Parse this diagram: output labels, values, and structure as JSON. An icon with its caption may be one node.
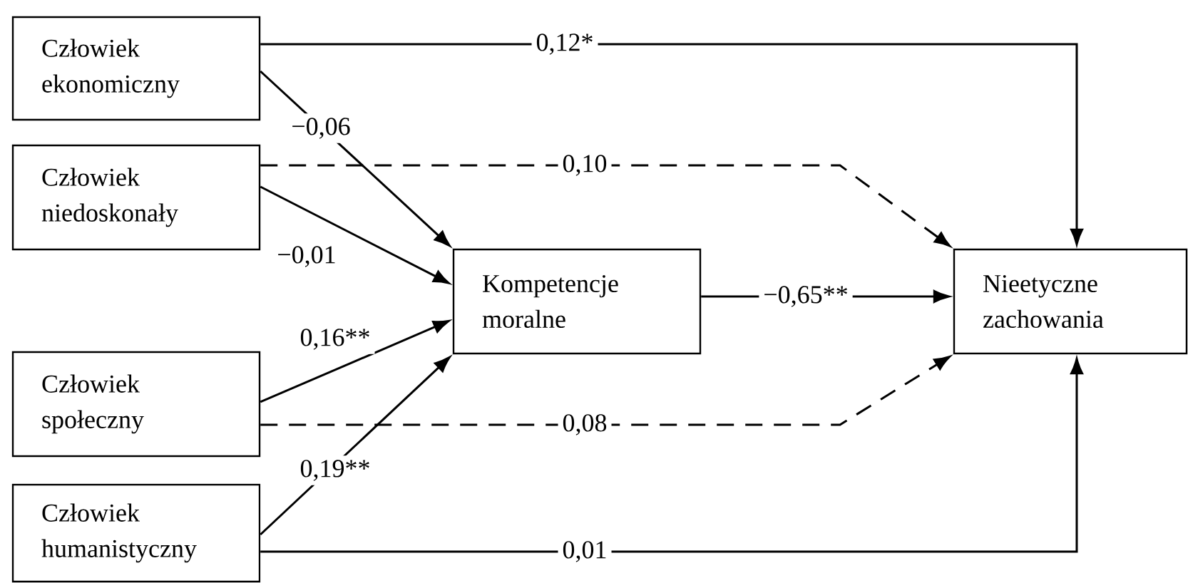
{
  "diagram": {
    "nodes": [
      {
        "text": [
          "Człowiek ekonomiczny"
        ]
      },
      {
        "text": [
          "Człowiek niedoskonały"
        ]
      },
      {
        "text": [
          "Człowiek społeczny"
        ]
      },
      {
        "text": [
          "Człowiek humanistyczny"
        ]
      },
      {
        "text": [
          "Kompetencje moralne"
        ]
      },
      {
        "text": [
          "Nieetyczne zachowania"
        ]
      }
    ],
    "edges": [
      {
        "from": 0,
        "to": 4,
        "arrow": "to",
        "label": "−0,06"
      },
      {
        "from": 0,
        "to": 5,
        "arrow": "to",
        "label": "0,12*"
      },
      {
        "from": 1,
        "to": 4,
        "arrow": "to",
        "label": "−0,01"
      },
      {
        "from": 1,
        "to": 5,
        "arrow": "to",
        "label": "0,10",
        "style": "dashed"
      },
      {
        "from": 2,
        "to": 4,
        "arrow": "to",
        "label": "0,16**"
      },
      {
        "from": 2,
        "to": 5,
        "arrow": "to",
        "label": "0,08",
        "style": "dashed"
      },
      {
        "from": 3,
        "to": 4,
        "arrow": "to",
        "label": "0,19**"
      },
      {
        "from": 3,
        "to": 5,
        "arrow": "to",
        "label": "0,01"
      },
      {
        "from": 4,
        "to": 5,
        "arrow": "to",
        "label": "−0,65**"
      }
    ]
  }
}
